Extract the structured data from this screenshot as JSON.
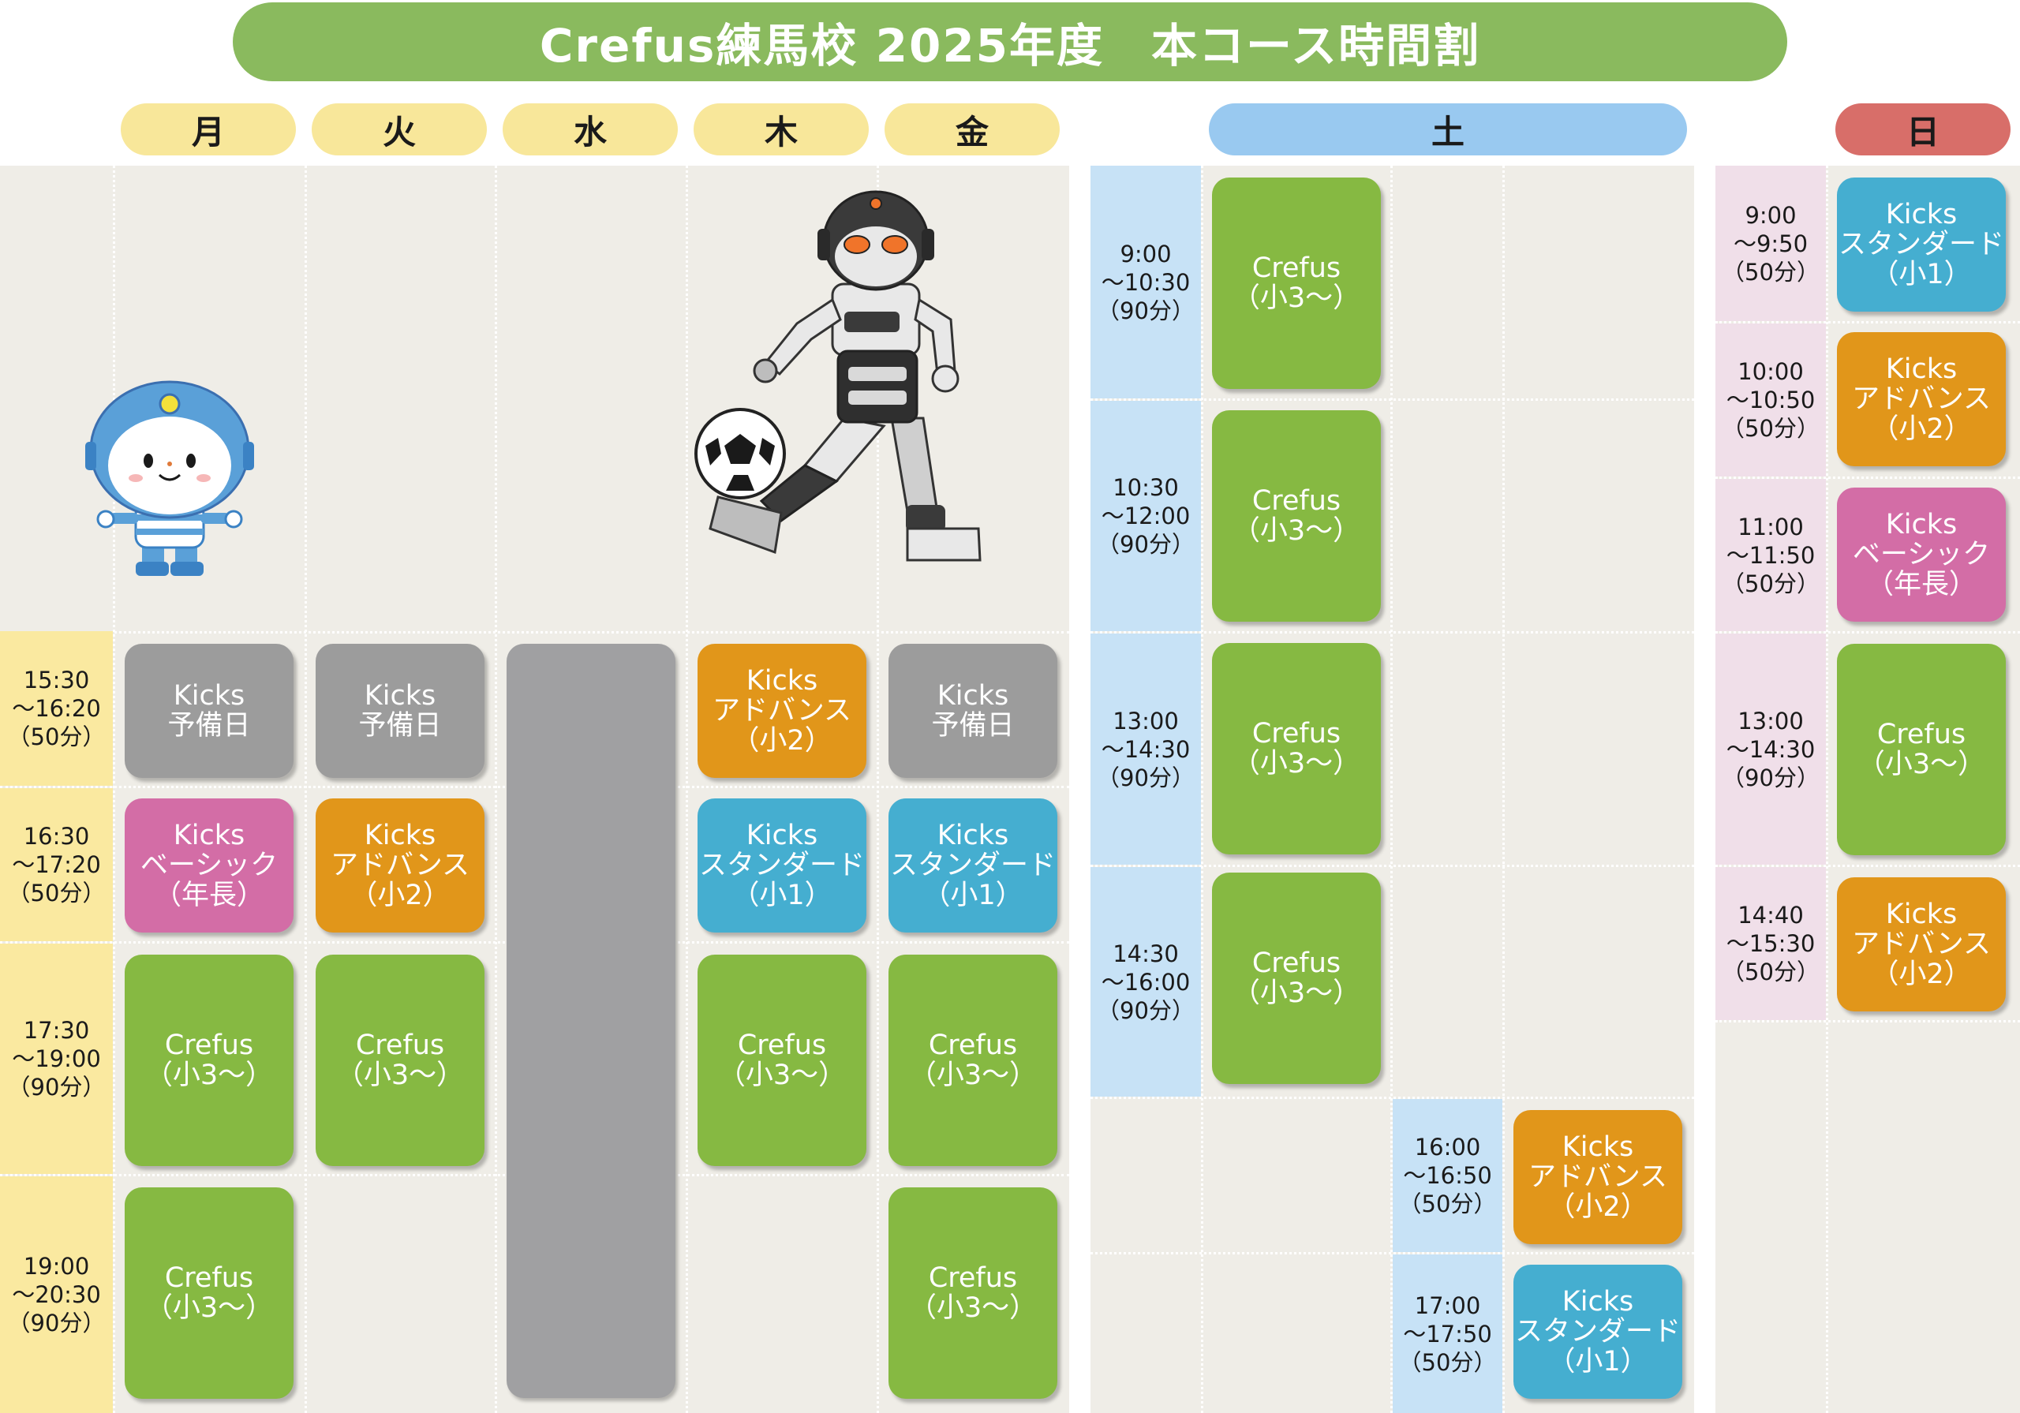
{
  "title": "Crefus練馬校 2025年度　本コース時間割",
  "days": {
    "mon": "月",
    "tue": "火",
    "wed": "水",
    "thu": "木",
    "fri": "金",
    "sat": "土",
    "sun": "日"
  },
  "times": {
    "w1": {
      "start": "15:30",
      "end": "〜16:20",
      "dur": "（50分）"
    },
    "w2": {
      "start": "16:30",
      "end": "〜17:20",
      "dur": "（50分）"
    },
    "w3": {
      "start": "17:30",
      "end": "〜19:00",
      "dur": "（90分）"
    },
    "w4": {
      "start": "19:00",
      "end": "〜20:30",
      "dur": "（90分）"
    },
    "s1": {
      "start": "9:00",
      "end": "〜10:30",
      "dur": "（90分）"
    },
    "s2": {
      "start": "10:30",
      "end": "〜12:00",
      "dur": "（90分）"
    },
    "s3": {
      "start": "13:00",
      "end": "〜14:30",
      "dur": "（90分）"
    },
    "s4": {
      "start": "14:30",
      "end": "〜16:00",
      "dur": "（90分）"
    },
    "s5": {
      "start": "16:00",
      "end": "〜16:50",
      "dur": "（50分）"
    },
    "s6": {
      "start": "17:00",
      "end": "〜17:50",
      "dur": "（50分）"
    },
    "u1": {
      "start": "9:00",
      "end": "〜9:50",
      "dur": "（50分）"
    },
    "u2": {
      "start": "10:00",
      "end": "〜10:50",
      "dur": "（50分）"
    },
    "u3": {
      "start": "11:00",
      "end": "〜11:50",
      "dur": "（50分）"
    },
    "u4": {
      "start": "13:00",
      "end": "〜14:30",
      "dur": "（90分）"
    },
    "u5": {
      "start": "14:40",
      "end": "〜15:30",
      "dur": "（50分）"
    }
  },
  "courses": {
    "crefus": {
      "name": "Crefus",
      "sub": "（小3〜）"
    },
    "yobi": {
      "name": "Kicks",
      "sub": "予備日"
    },
    "advance": {
      "name": "Kicks",
      "sub": "アドバンス",
      "grade": "（小2）"
    },
    "basic": {
      "name": "Kicks",
      "sub": "ベーシック",
      "grade": "（年長）"
    },
    "standard": {
      "name": "Kicks",
      "sub": "スタンダード",
      "grade": "（小1）"
    }
  },
  "colors": {
    "title_bar": "#8aba5e",
    "crefus": "#86b942",
    "yobi": "#9c9c9c",
    "advance": "#e1961a",
    "basic": "#d36da6",
    "standard": "#45aed0",
    "weekday_header": "#f8e79a",
    "saturday_header": "#99c9f0",
    "sunday_header": "#d86e69"
  },
  "illustrations": [
    "mascot-character",
    "soccer-robot"
  ]
}
